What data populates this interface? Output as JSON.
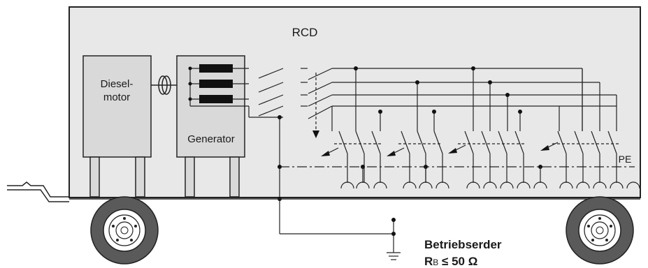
{
  "labels": {
    "rcd": "RCD",
    "diesel_line1": "Diesel-",
    "diesel_line2": "motor",
    "generator": "Generator",
    "pe": "PE",
    "earth_title": "Betriebserder",
    "rb_symbol": "R",
    "rb_subscript": "B",
    "rb_relation": " ≤ 50 Ω"
  },
  "colors": {
    "trailer_fill": "#e8e8e8",
    "unit_fill": "#d9d9d9",
    "winding_fill": "#111111",
    "line": "#222222",
    "tire": "#4a4a4a"
  }
}
